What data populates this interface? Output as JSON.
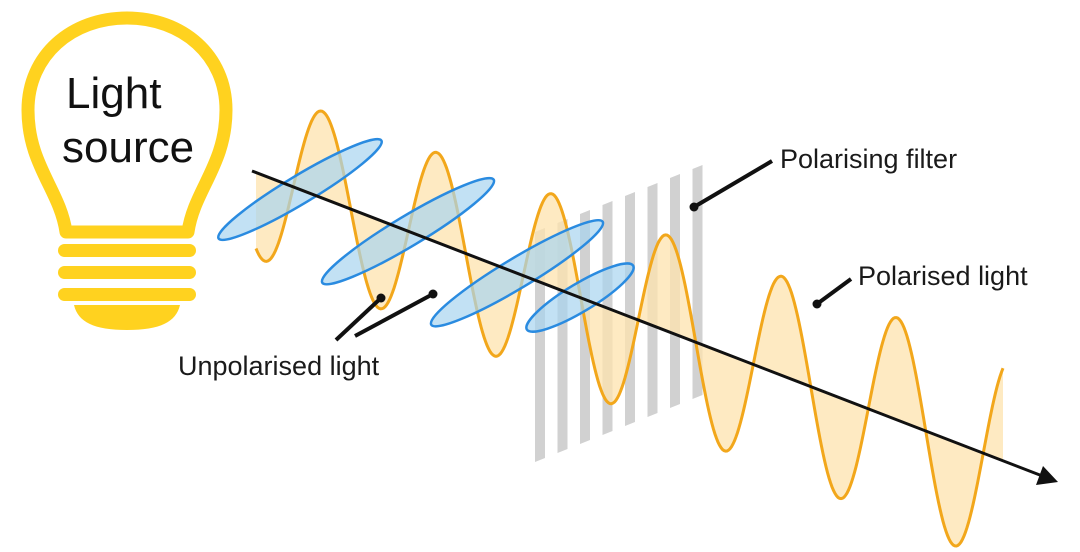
{
  "bulb": {
    "line1": "Light",
    "line2": "source"
  },
  "labels": {
    "polarising_filter": "Polarising filter",
    "polarised_light": "Polarised light",
    "unpolarised_light": "Unpolarised light"
  },
  "colors": {
    "bulb_outline": "#ffd21f",
    "bulb_base": "#ffd21f",
    "wave_stroke": "#f2a71b",
    "wave_fill": "#fde3ae",
    "ellipse_stroke": "#2a8be0",
    "ellipse_fill": "#a8d4ef",
    "filter_bars": "#c9c9c9",
    "axis": "#111111"
  }
}
